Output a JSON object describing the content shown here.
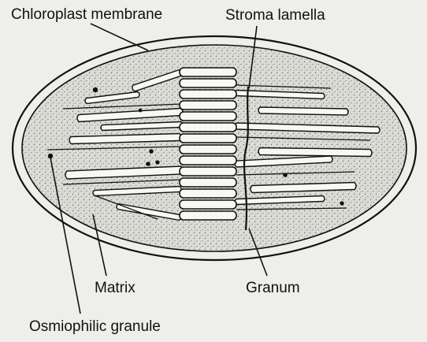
{
  "labels": {
    "chloroplast_membrane": "Chloroplast membrane",
    "stroma_lamella": "Stroma lamella",
    "matrix": "Matrix",
    "granum": "Granum",
    "osmiophilic_granule": "Osmiophilic granule"
  },
  "colors": {
    "background": "#eeeeea",
    "stroma_fill": "#dcdcd6",
    "stipple": "#6a6a66",
    "ink": "#111111",
    "lamella_fill": "#f7f7f3"
  }
}
